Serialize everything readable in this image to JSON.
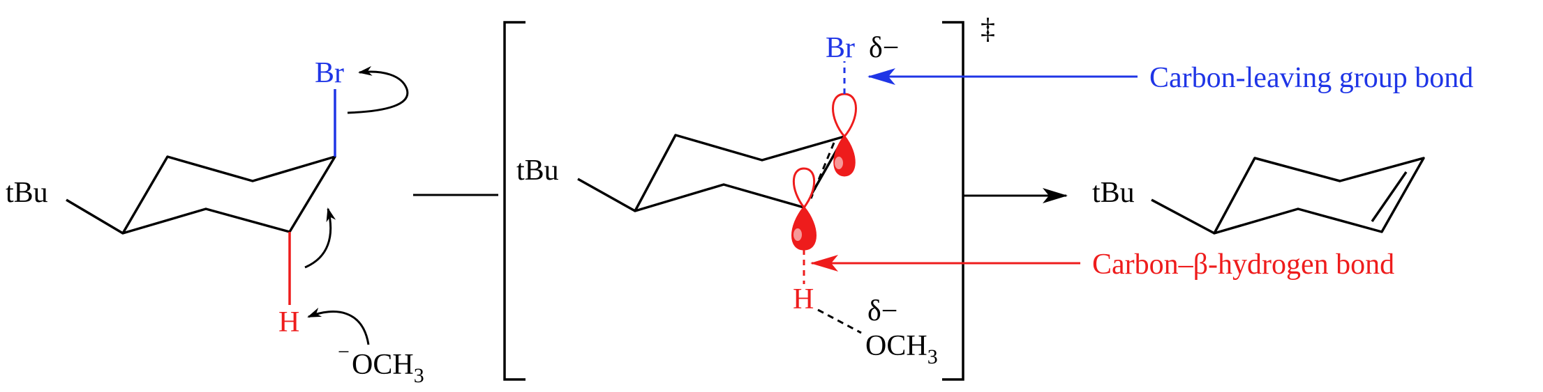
{
  "colors": {
    "ink": "#000000",
    "blue": "#1f35e6",
    "red": "#ee1c1c",
    "orbital_fill": "#ee1c1c"
  },
  "reactant": {
    "substituent": "tBu",
    "leaving_group": "Br",
    "beta_h": "H",
    "base_charge": "−",
    "base_main": "OCH",
    "base_sub": "3"
  },
  "transition_state": {
    "substituent": "tBu",
    "leaving_group": "Br",
    "lg_charge": "δ−",
    "beta_h": "H",
    "base_charge": "δ−",
    "base_main": "OCH",
    "base_sub": "3",
    "double_dagger": "‡"
  },
  "product": {
    "substituent": "tBu"
  },
  "annotations": {
    "c_lg_bond": "Carbon-leaving group bond",
    "c_h_bond": "Carbon–β-hydrogen bond"
  },
  "icons": [
    "curved-arrow-icon",
    "reaction-arrow-icon",
    "p-orbital-icon"
  ]
}
